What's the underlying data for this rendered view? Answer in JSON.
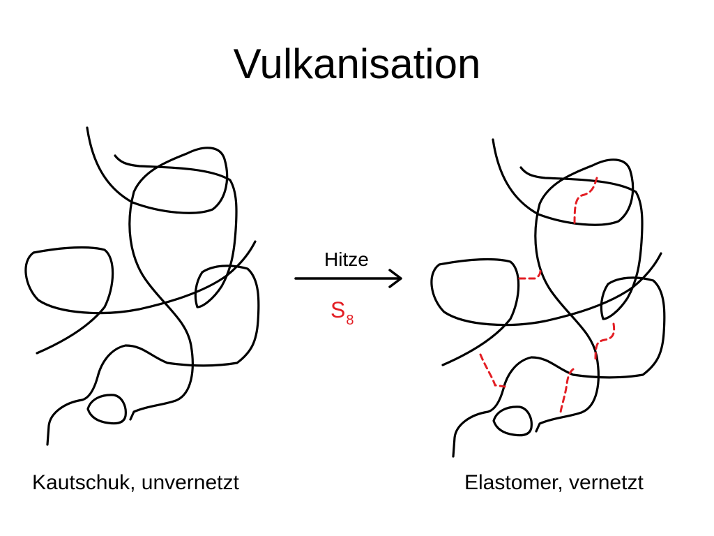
{
  "title": "Vulkanisation",
  "left_caption": "Kautschuk, unvernetzt",
  "right_caption": "Elastomer, vernetzt",
  "reaction": {
    "condition": "Hitze",
    "reagent_symbol": "S",
    "reagent_subscript": "8"
  },
  "colors": {
    "chain": "#000000",
    "crosslink": "#e31e24"
  }
}
